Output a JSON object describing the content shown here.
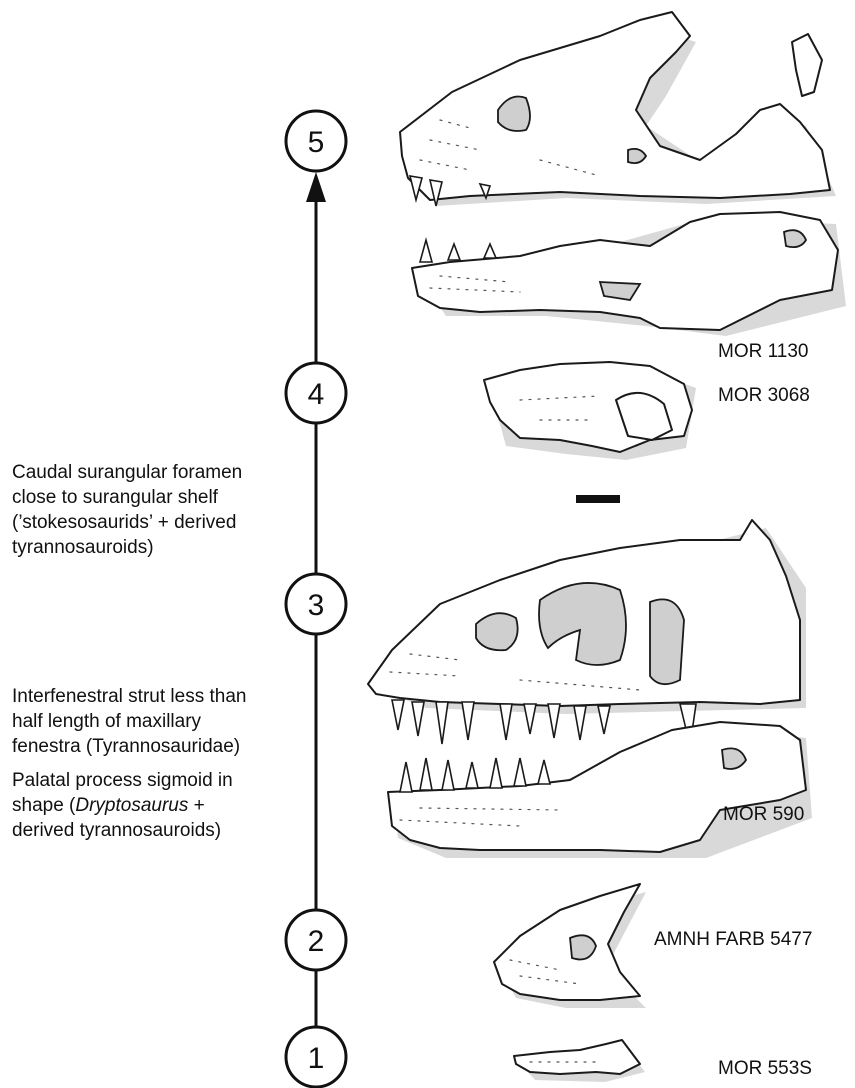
{
  "nodes": [
    "5",
    "4",
    "3",
    "2",
    "1"
  ],
  "specimens": {
    "mor_1130": "MOR 1130",
    "mor_3068": "MOR 3068",
    "mor_590": "MOR 590",
    "amnh_farb_5477": "AMNH FARB 5477",
    "mor_553s": "MOR 553S"
  },
  "characters": {
    "node4_a": "Caudal surangular foramen",
    "node4_b": "close to surangular shelf",
    "node4_c": "(’stokesosaurids’ + derived",
    "node4_d": "tyrannosauroids)",
    "node3_a": "Interfenestral strut less than",
    "node3_b": "half length of maxillary",
    "node3_c": "fenestra (Tyrannosauridae)",
    "node2_a": "Palatal process sigmoid in",
    "node2_b_pre": "shape (",
    "node2_b_italic": "Dryptosaurus",
    "node2_b_post": " +",
    "node2_c": "derived tyrannosauroids)"
  },
  "colors": {
    "line": "#111111",
    "fenestra_fill": "#cfcfcf",
    "shadow": "#d9d9d9"
  },
  "icons": [
    "arrowhead-icon",
    "scale-bar-icon"
  ]
}
